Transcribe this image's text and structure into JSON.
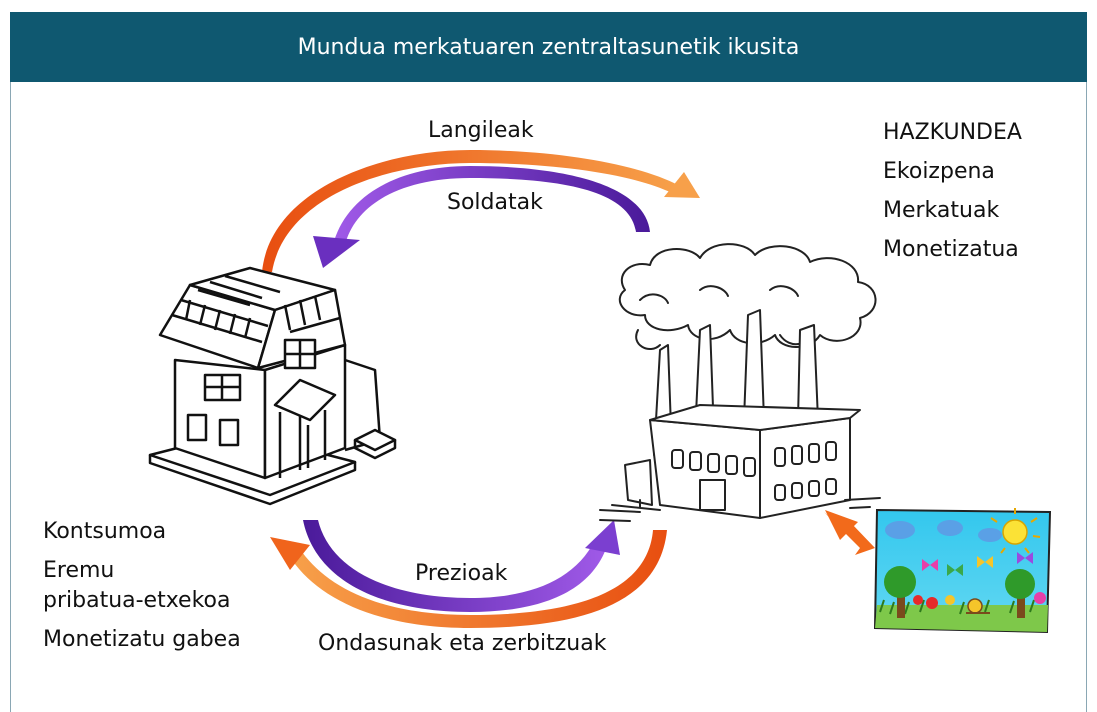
{
  "title": "Mundua merkatuaren zentraltasunetik ikusita",
  "flows": {
    "workers": "Langileak",
    "wages": "Soldatak",
    "prices": "Prezioak",
    "goods_services": "Ondasunak eta zerbitzuak"
  },
  "market_side": [
    "HAZKUNDEA",
    "Ekoizpena",
    "Merkatuak",
    "Monetizatua"
  ],
  "household_side": [
    "Kontsumoa",
    "Eremu",
    "pribatua-etxekoa",
    "Monetizatu gabea"
  ],
  "colors": {
    "header_bg": "#0f5870",
    "orange_arrow": "#f26a1b",
    "purple_arrow": "#6a2fbf",
    "frame": "#8aa7b4"
  },
  "icons": [
    "house-drawing",
    "factory-drawing",
    "nature-drawing"
  ]
}
